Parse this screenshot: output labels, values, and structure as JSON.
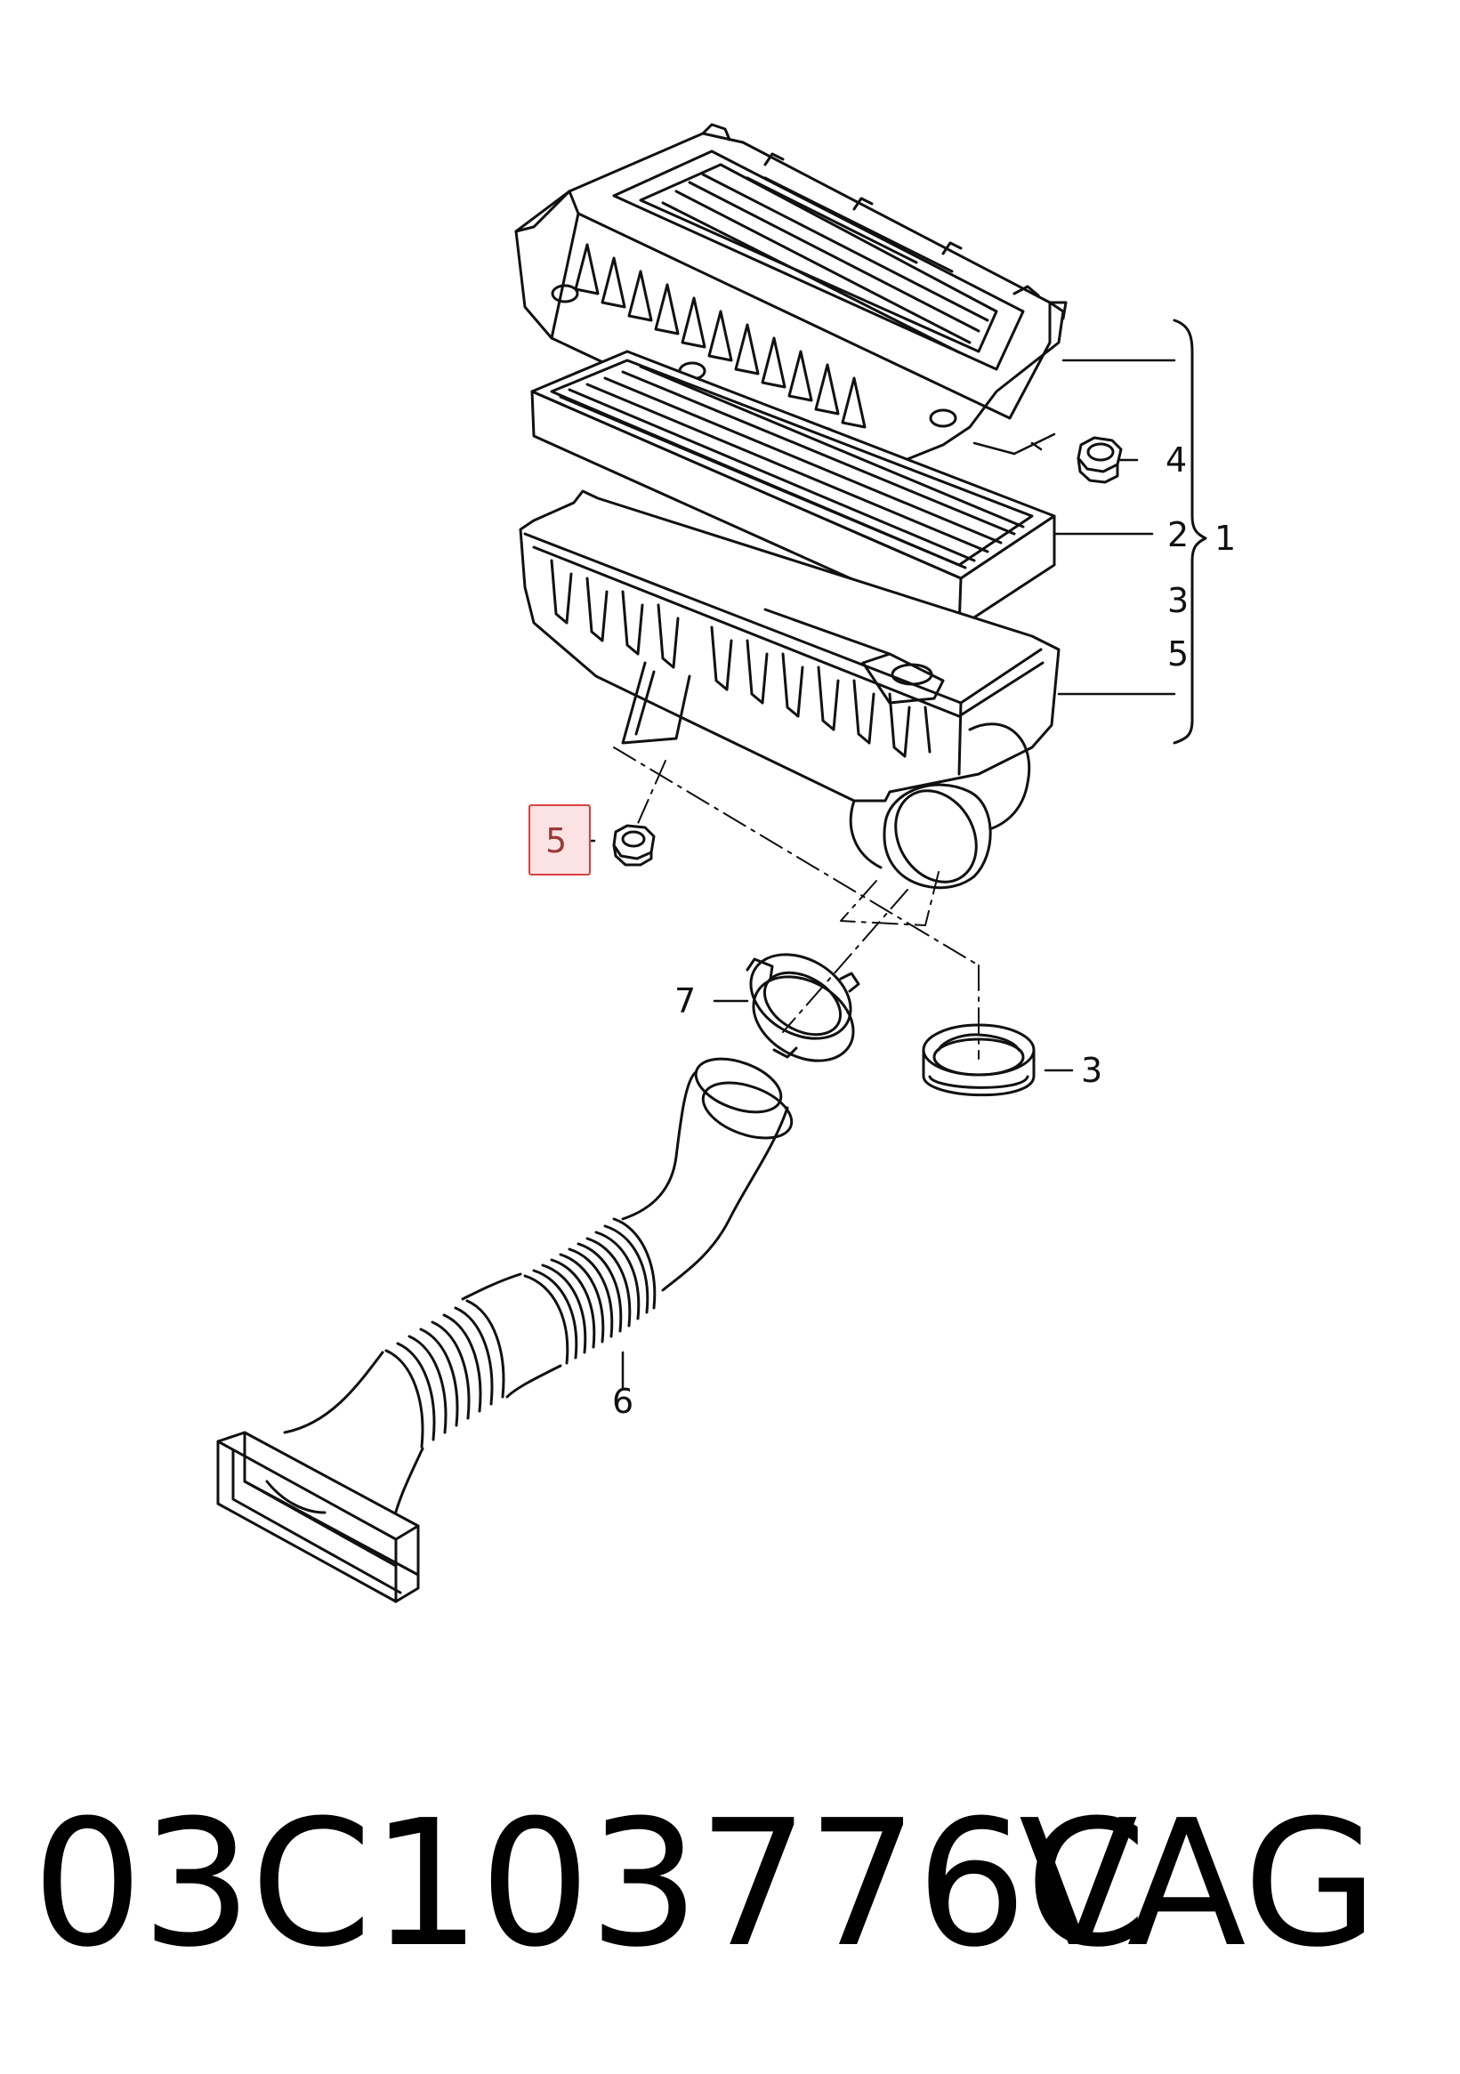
{
  "callouts": {
    "c1": "1",
    "c2": "2",
    "c3_bracket": "3",
    "c5_bracket": "5",
    "c4": "4",
    "c5_highlight": "5",
    "c7": "7",
    "c3_seal": "3",
    "c6": "6"
  },
  "caption": {
    "part_number": "03C103776C",
    "brand": "VAG"
  },
  "highlight": {
    "stroke_color": "#d94040",
    "fill_color": "#fbe3e3"
  },
  "icons": {
    "upper_housing": "air-filter-upper-housing",
    "filter_element": "air-filter-element",
    "lower_housing": "air-filter-lower-housing",
    "nut": "hex-nut",
    "clamp": "hose-clamp",
    "seal": "grommet-seal",
    "hose": "corrugated-intake-hose"
  }
}
